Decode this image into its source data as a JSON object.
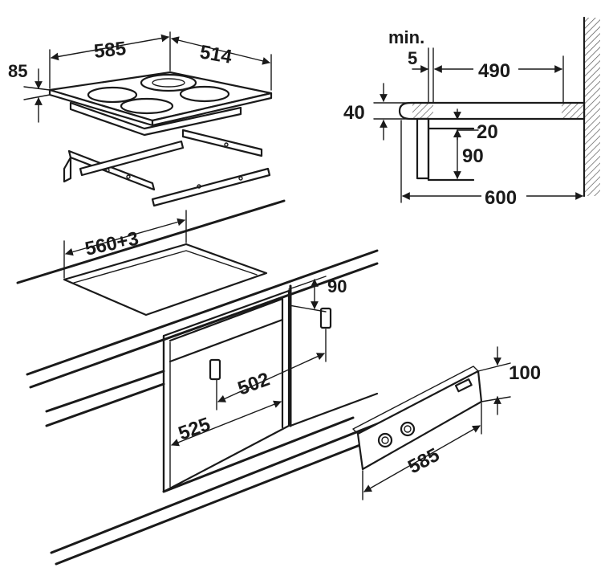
{
  "dimensions": {
    "hob_width": "585",
    "hob_depth": "514",
    "hob_height": "85",
    "cutout_width": "560+3",
    "clearance_90": "90",
    "oven_inner_width": "502",
    "oven_outer_width": "525",
    "panel_height": "100",
    "panel_width": "585",
    "side_min_label": "min.",
    "side_min_value": "5",
    "side_depth_490": "490",
    "side_thickness_40": "40",
    "side_gap_20": "20",
    "side_drop_90": "90",
    "side_total_600": "600"
  },
  "colors": {
    "stroke": "#1a1a1a",
    "hatch": "#9a9a9a",
    "background": "#ffffff"
  }
}
